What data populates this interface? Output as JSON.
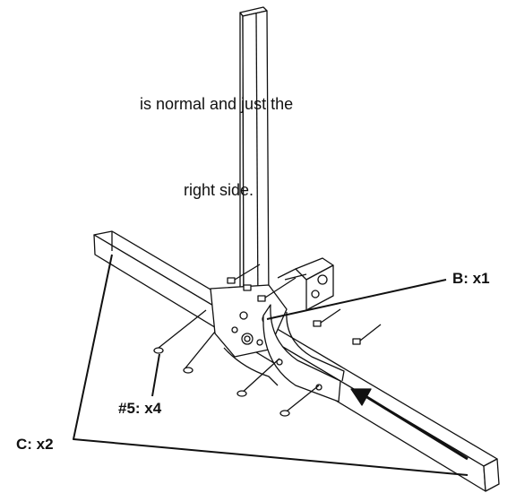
{
  "instructions": {
    "line1": "is normal and just the",
    "line2": "right side."
  },
  "callouts": {
    "b": "B: x1",
    "bolt": "#5: x4",
    "c": "C: x2"
  },
  "colors": {
    "ink": "#111111",
    "background": "#ffffff"
  }
}
